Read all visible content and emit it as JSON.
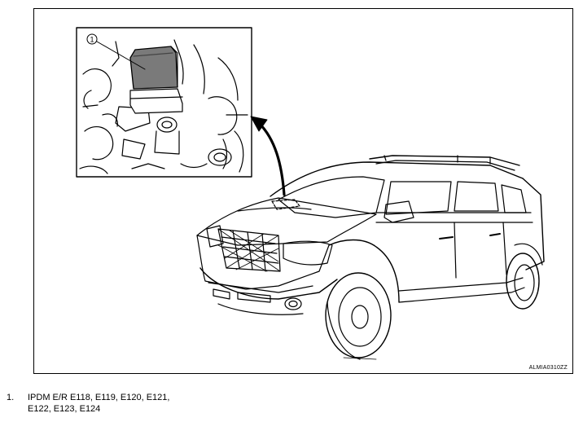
{
  "figure": {
    "code": "ALMIA0310ZZ",
    "callout_number": "1"
  },
  "legend": {
    "items": [
      {
        "number": "1.",
        "text": "IPDM E/R E118, E119, E120, E121,\nE122, E123, E124"
      }
    ]
  }
}
